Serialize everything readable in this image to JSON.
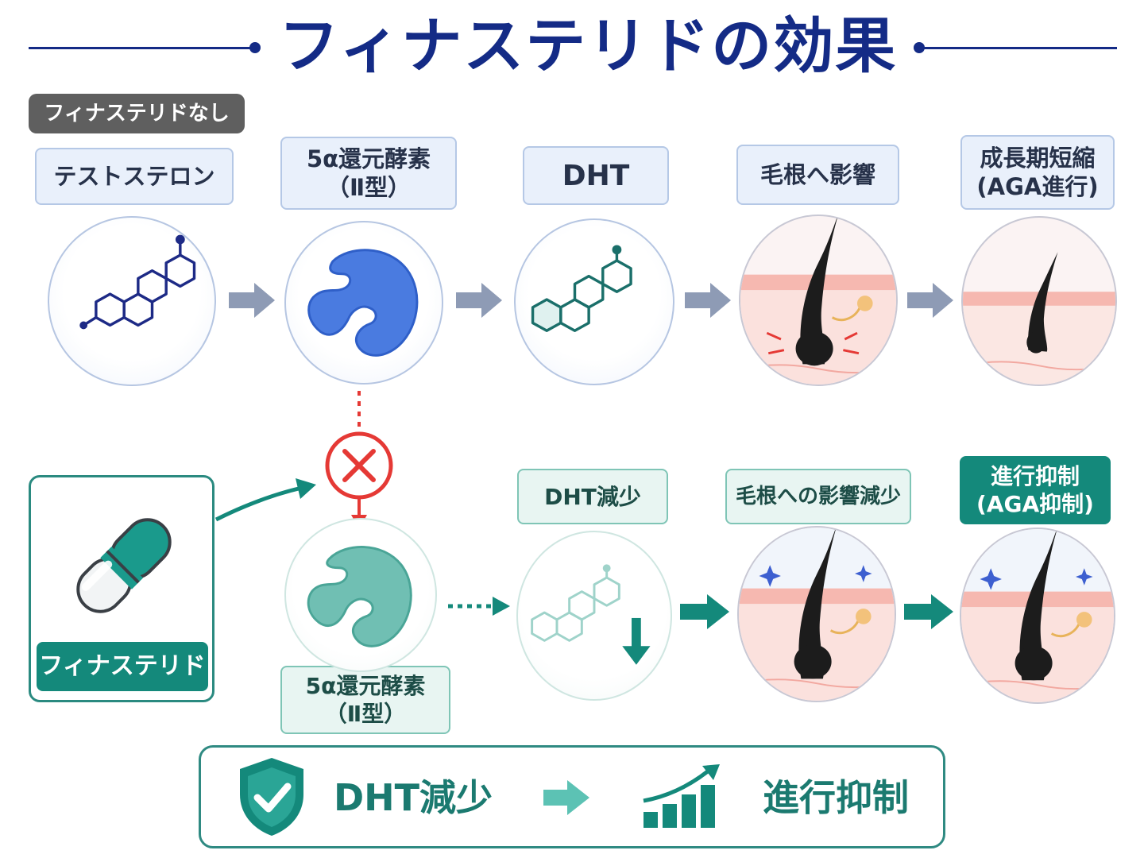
{
  "title": "フィナステリドの効果",
  "without_tag": "フィナステリドなし",
  "without_steps": [
    {
      "line1": "テストステロン",
      "line2": ""
    },
    {
      "line1": "5α還元酵素",
      "line2": "（Ⅱ型）"
    },
    {
      "line1": "DHT",
      "line2": ""
    },
    {
      "line1": "毛根へ影響",
      "line2": ""
    },
    {
      "line1": "成長期短縮",
      "line2": "(AGA進行)"
    }
  ],
  "with_drug_label": "フィナステリド",
  "with_steps": [
    {
      "line1": "5α還元酵素",
      "line2": "（Ⅱ型）"
    },
    {
      "line1": "DHT減少",
      "line2": ""
    },
    {
      "line1": "毛根への影響減少",
      "line2": ""
    },
    {
      "line1": "進行抑制",
      "line2": "(AGA抑制)"
    }
  ],
  "summary": {
    "left": "DHT減少",
    "right": "進行抑制"
  },
  "colors": {
    "navy": "#142b86",
    "teal": "#14897b",
    "red": "#e53935",
    "gray_arrow": "#8e9bb5"
  },
  "icons": [
    "steroid-molecule-icon",
    "enzyme-icon",
    "hair-follicle-icon",
    "capsule-icon",
    "block-x-icon",
    "shield-check-icon",
    "growth-chart-icon"
  ]
}
